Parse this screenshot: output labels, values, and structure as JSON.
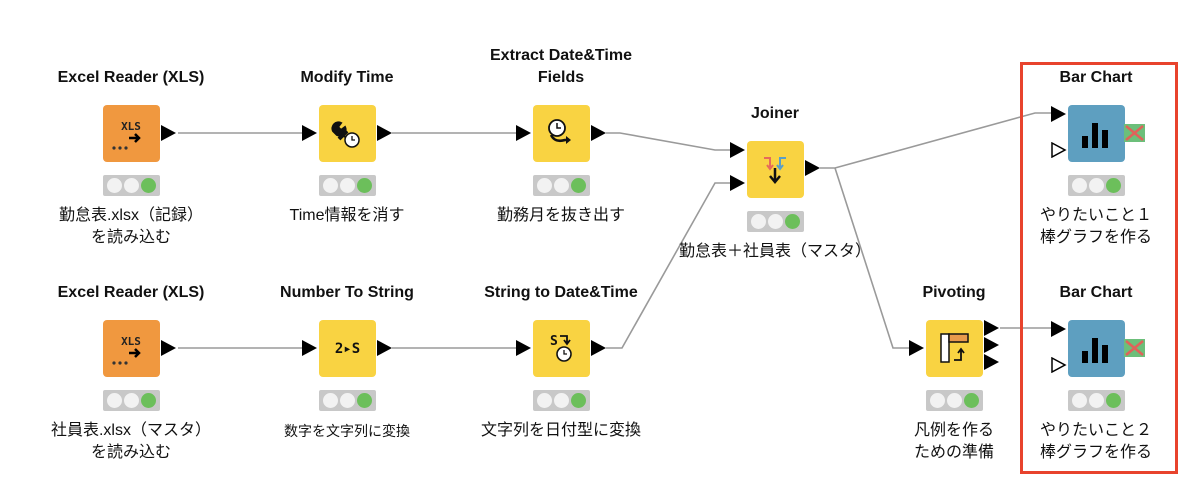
{
  "workflow": {
    "nodes": [
      {
        "id": "excel1",
        "title": "Excel Reader (XLS)",
        "label": "勤怠表.xlsx（記録）\nを読み込む",
        "icon": "xls-reader-icon",
        "color": "#f0983f",
        "status": [
          "inactive",
          "inactive",
          "executed"
        ]
      },
      {
        "id": "modify",
        "title": "Modify Time",
        "label": "Time情報を消す",
        "icon": "wrench-clock-icon",
        "color": "#f9d342",
        "status": [
          "inactive",
          "inactive",
          "executed"
        ]
      },
      {
        "id": "extract",
        "title": "Extract Date&Time\nFields",
        "label": "勤務月を抜き出す",
        "icon": "clock-arrow-icon",
        "color": "#f9d342",
        "status": [
          "inactive",
          "inactive",
          "executed"
        ]
      },
      {
        "id": "joiner",
        "title": "Joiner",
        "label": "勤怠表＋社員表（マスタ）",
        "icon": "join-arrows-icon",
        "color": "#f9d342",
        "status": [
          "inactive",
          "inactive",
          "executed"
        ]
      },
      {
        "id": "bar1",
        "title": "Bar Chart",
        "label": "やりたいこと１\n棒グラフを作る",
        "icon": "bar-chart-icon",
        "color": "#5e9fc0",
        "status": [
          "inactive",
          "inactive",
          "executed"
        ]
      },
      {
        "id": "excel2",
        "title": "Excel Reader (XLS)",
        "label": "社員表.xlsx（マスタ）\nを読み込む",
        "icon": "xls-reader-icon",
        "color": "#f0983f",
        "status": [
          "inactive",
          "inactive",
          "executed"
        ]
      },
      {
        "id": "num2str",
        "title": "Number To String",
        "label": "数字を文字列に変換",
        "icon": "number-to-string-icon",
        "icon_text": "2▸S",
        "color": "#f9d342",
        "status": [
          "inactive",
          "inactive",
          "executed"
        ]
      },
      {
        "id": "str2dt",
        "title": "String to Date&Time",
        "label": "文字列を日付型に変換",
        "icon": "string-to-date-icon",
        "color": "#f9d342",
        "status": [
          "inactive",
          "inactive",
          "executed"
        ]
      },
      {
        "id": "pivot",
        "title": "Pivoting",
        "label": "凡例を作る\nための準備",
        "icon": "pivot-table-icon",
        "color": "#f9d342",
        "status": [
          "inactive",
          "inactive",
          "executed"
        ]
      },
      {
        "id": "bar2",
        "title": "Bar Chart",
        "label": "やりたいこと２\n棒グラフを作る",
        "icon": "bar-chart-icon",
        "color": "#5e9fc0",
        "status": [
          "inactive",
          "inactive",
          "executed"
        ]
      }
    ],
    "connections": [
      {
        "from": "excel1",
        "to": "modify"
      },
      {
        "from": "modify",
        "to": "extract"
      },
      {
        "from": "extract",
        "to": "joiner",
        "to_port": 1
      },
      {
        "from": "excel2",
        "to": "num2str"
      },
      {
        "from": "num2str",
        "to": "str2dt"
      },
      {
        "from": "str2dt",
        "to": "joiner",
        "to_port": 2
      },
      {
        "from": "joiner",
        "to": "bar1"
      },
      {
        "from": "joiner",
        "to": "pivot"
      },
      {
        "from": "pivot",
        "to": "bar2",
        "from_port": 1
      }
    ],
    "xls_icon_text": "XLS",
    "highlight_color": "#e8432d"
  }
}
